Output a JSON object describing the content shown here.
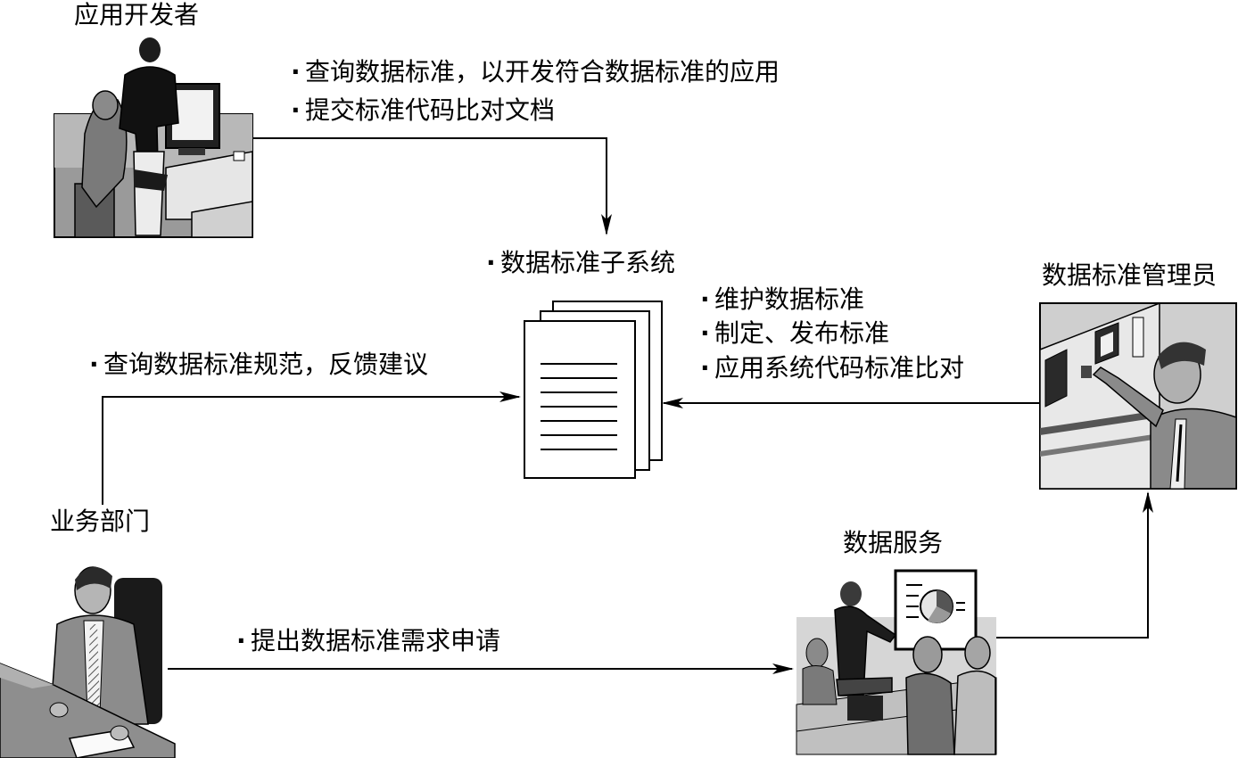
{
  "actors": {
    "app_developer": {
      "label": "应用开发者",
      "icon": "developer-at-computer-illustration"
    },
    "data_admin": {
      "label": "数据标准管理员",
      "icon": "administrator-at-control-panel-illustration"
    },
    "business_dept": {
      "label": "业务部门",
      "icon": "businessman-at-desk-illustration"
    },
    "data_service": {
      "label": "数据服务",
      "icon": "presentation-meeting-illustration"
    }
  },
  "center": {
    "label": "数据标准子系统",
    "icon": "document-stack-icon"
  },
  "flows": {
    "developer_to_system": [
      "查询数据标准，以开发符合数据标准的应用",
      "提交标准代码比对文档"
    ],
    "admin_to_system": [
      "维护数据标准",
      "制定、发布标准",
      "应用系统代码标准比对"
    ],
    "business_to_system": [
      "查询数据标准规范，反馈建议"
    ],
    "business_to_service": [
      "提出数据标准需求申请"
    ]
  }
}
